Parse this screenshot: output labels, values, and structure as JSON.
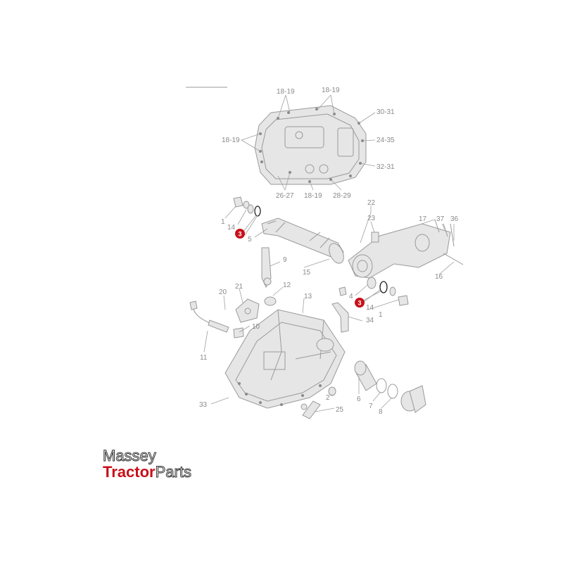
{
  "colors": {
    "highlight": "#c8101a",
    "line": "#9a9a9a",
    "label": "#8a8a8a"
  },
  "top_cover_labels": {
    "tl": "18-19",
    "tr": "18-19",
    "r1": "30-31",
    "l1": "18-19",
    "r2": "24-35",
    "r3": "32-31",
    "b1": "26-27",
    "b2": "18-19",
    "b3": "28-29"
  },
  "part_labels": {
    "p1a": "1",
    "p14a": "14",
    "p5": "5",
    "p22": "22",
    "p23": "23",
    "p17": "17",
    "p37": "37",
    "p36": "36",
    "p9": "9",
    "p15": "15",
    "p16": "16",
    "p4": "4",
    "p12": "12",
    "p20": "20",
    "p21": "21",
    "p13": "13",
    "p14b": "14",
    "p1b": "1",
    "p34": "34",
    "p10": "10",
    "p11": "11",
    "p6": "6",
    "p7": "7",
    "p8": "8",
    "p2": "2",
    "p25": "25",
    "p33": "33"
  },
  "highlighted_callouts": {
    "a": "3",
    "b": "3"
  },
  "logo": {
    "line1": "Massey",
    "line2_red": "Tractor",
    "line2_rest": "Parts"
  }
}
